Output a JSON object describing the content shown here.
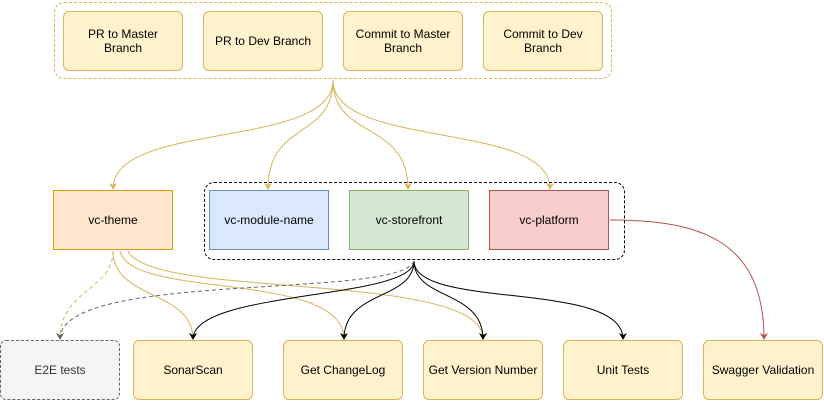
{
  "triggers": {
    "pr_master": "PR to Master Branch",
    "pr_dev": "PR to Dev Branch",
    "commit_master": "Commit to Master Branch",
    "commit_dev": "Commit to Dev Branch"
  },
  "repos": {
    "theme": "vc-theme",
    "module": "vc-module-name",
    "storefront": "vc-storefront",
    "platform": "vc-platform"
  },
  "jobs": {
    "e2e": "E2E tests",
    "sonar": "SonarScan",
    "changelog": "Get ChangeLog",
    "version": "Get Version Number",
    "unit": "Unit Tests",
    "swagger": "Swagger Validation"
  },
  "colors": {
    "trigger_edges": "#d6b656",
    "storefront_edges": "#000000",
    "platform_edge": "#b85450",
    "e2e_edge": "#666666"
  }
}
